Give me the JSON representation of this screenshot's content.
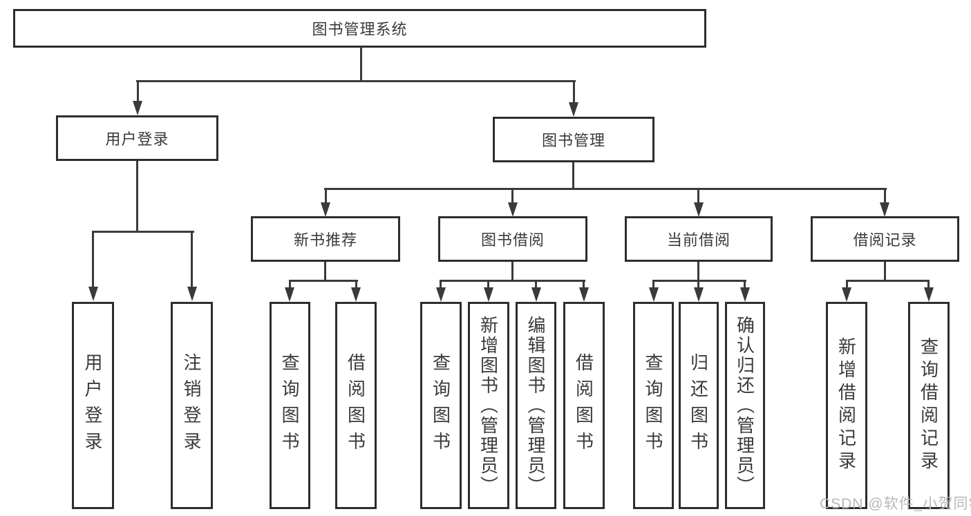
{
  "diagram": {
    "root": {
      "label": "图书管理系统"
    },
    "level2": [
      {
        "label": "用户登录",
        "leaves": [
          "用户登录",
          "注销登录"
        ]
      },
      {
        "label": "图书管理",
        "level3": [
          {
            "label": "新书推荐",
            "leaves": [
              "查询图书",
              "借阅图书"
            ]
          },
          {
            "label": "图书借阅",
            "leaves": [
              "查询图书",
              "新增图书（管理员）",
              "编辑图书（管理员）",
              "借阅图书"
            ]
          },
          {
            "label": "当前借阅",
            "leaves": [
              "查询图书",
              "归还图书",
              "确认归还（管理员）"
            ]
          },
          {
            "label": "借阅记录",
            "leaves": [
              "新增借阅记录",
              "查询借阅记录"
            ]
          }
        ]
      }
    ]
  },
  "watermark": {
    "text": "CSDN @软件_小贺同学"
  },
  "colors": {
    "line": "#3a3a3a",
    "border": "#2d2d2d",
    "text": "#3a3a3a",
    "watermark": "#b7b7b7",
    "background": "#ffffff"
  }
}
